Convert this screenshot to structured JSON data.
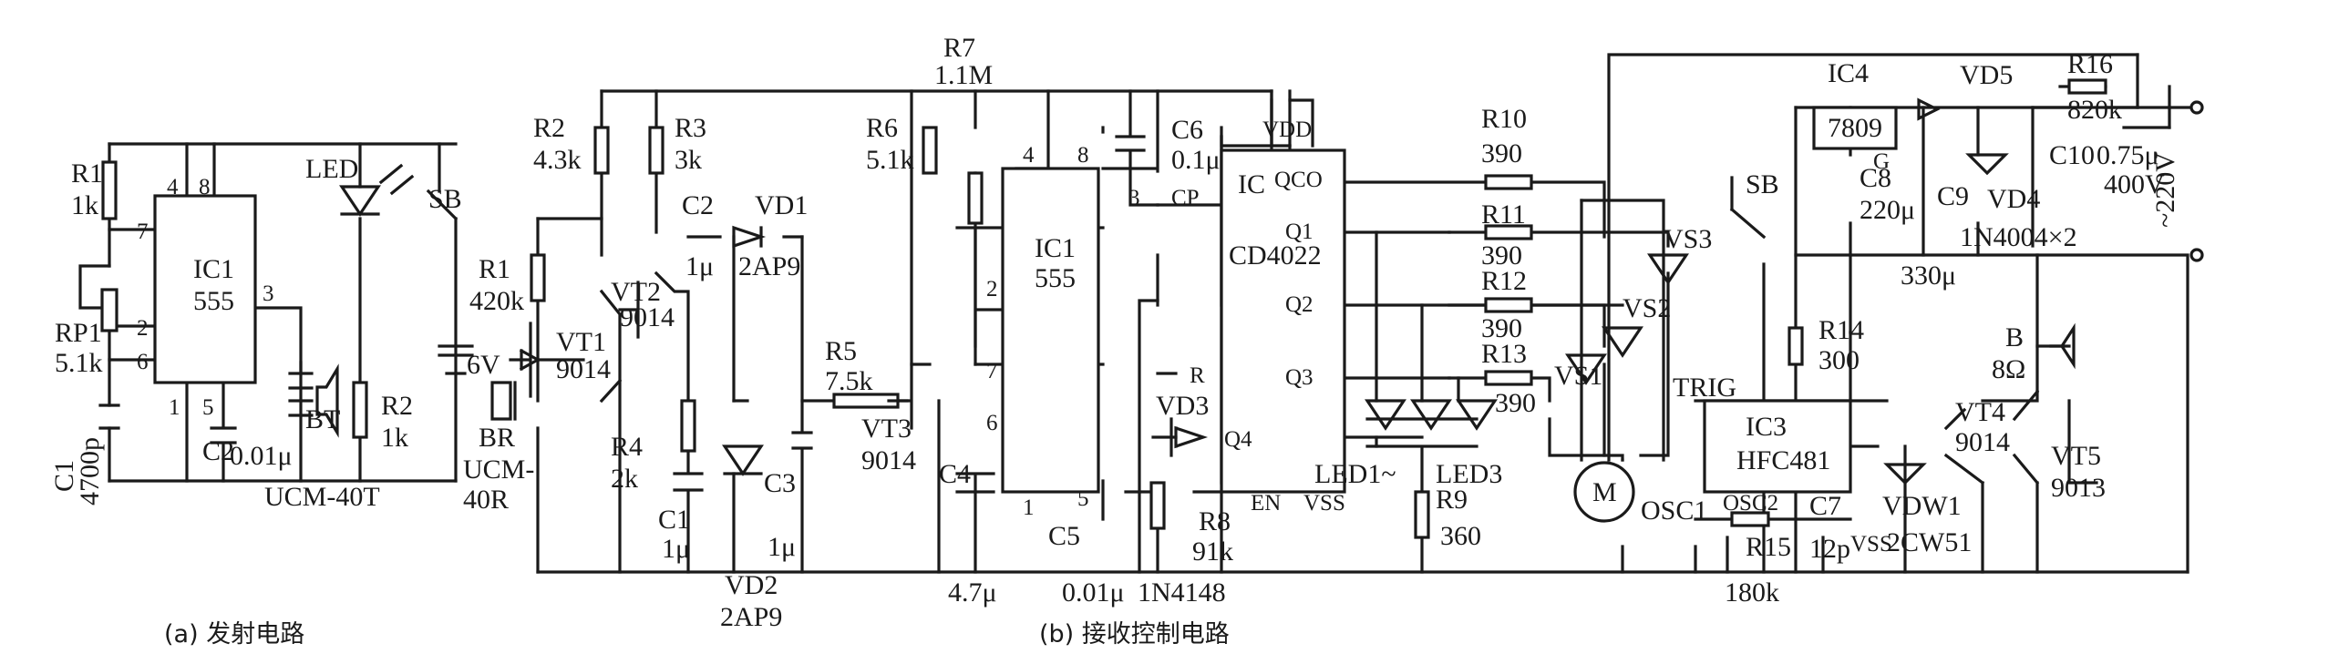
{
  "tx": {
    "r1": "R1",
    "r1_val": "1k",
    "rp1": "RP1",
    "rp1_val": "5.1k",
    "c1": "C1",
    "c1_val": "4700p",
    "ic": "IC1",
    "ic_type": "555",
    "c2": "C2",
    "c2_val": "0.01μ",
    "led": "LED",
    "sb": "SB",
    "bt": "BT",
    "r2": "R2",
    "r2_val": "1k",
    "bat": "6V",
    "transducer": "UCM-40T",
    "pins": {
      "p4": "4",
      "p8": "8",
      "p7": "7",
      "p2": "2",
      "p6": "6",
      "p1": "1",
      "p5": "5",
      "p3": "3"
    },
    "caption": "(a) 发射电路"
  },
  "rx": {
    "r2": "R2",
    "r2_val": "4.3k",
    "r3": "R3",
    "r3_val": "3k",
    "r1": "R1",
    "r1_val": "420k",
    "vt1": "VT1",
    "vt1_type": "9014",
    "vt2": "VT2",
    "vt2_type": "9014",
    "br": "BR",
    "br_type1": "UCM-",
    "br_type2": "40R",
    "r4": "R4",
    "r4_val": "2k",
    "c1": "C1",
    "c1_val": "1μ",
    "c2": "C2",
    "c2_val": "1μ",
    "vd1": "VD1",
    "vd1_type": "2AP9",
    "vd2": "VD2",
    "vd2_type": "2AP9",
    "c3": "C3",
    "c3_val": "1μ",
    "r5": "R5",
    "r5_val": "7.5k",
    "vt3": "VT3",
    "vt3_type": "9014",
    "r6": "R6",
    "r6_val": "5.1k",
    "r7": "R7",
    "r7_val": "1.1M",
    "c4": "C4",
    "c4_val": "4.7μ",
    "ic1": "IC1",
    "ic1_type": "555",
    "c5": "C5",
    "c5_val": "0.01μ",
    "c6": "C6",
    "c6_val": "0.1μ",
    "vd3": "VD3",
    "vd3_type": "1N4148",
    "r8": "R8",
    "r8_val": "91k",
    "ic": "IC",
    "ic_type": "CD4022",
    "vdd": "VDD",
    "vss": "VSS",
    "cp": "CP",
    "r_pin": "R",
    "en": "EN",
    "qco": "QCO",
    "q1": "Q1",
    "q2": "Q2",
    "q3": "Q3",
    "q4": "Q4",
    "r10": "R10",
    "r10_val": "390",
    "r11": "R11",
    "r11_val": "390",
    "r12": "R12",
    "r12_val": "390",
    "r13": "R13",
    "r13_val": "390",
    "led1": "LED1~",
    "led3": "LED3",
    "r9": "R9",
    "r9_val": "360",
    "vs1": "VS1",
    "vs2": "VS2",
    "vs3": "VS3",
    "motor": "M",
    "sb": "SB",
    "trig": "TRIG",
    "ic3": "IC3",
    "ic3_type": "HFC481",
    "osc1": "OSC1",
    "osc2": "OSC2",
    "r15": "R15",
    "r15_val": "180k",
    "c7": "C7",
    "c7_val": "12p",
    "vss2": "VSS",
    "r14": "R14",
    "r14_val": "300",
    "vdw1": "VDW1",
    "vdw1_type": "2CW51",
    "vt4": "VT4",
    "vt4_type": "9014",
    "vt5": "VT5",
    "vt5_type": "9013",
    "spk": "B",
    "spk_val": "8Ω",
    "ic4": "IC4",
    "ic4_type": "7809",
    "g": "G",
    "c8": "C8",
    "c8_val": "220μ",
    "c9": "C9",
    "c9_val": "330μ",
    "vd5": "VD5",
    "vd4": "VD4",
    "vd4_type": "1N4004×2",
    "r16": "R16",
    "r16_val": "820k",
    "c10": "C10",
    "c10_val": "0.75μ",
    "c10_volt": "400V",
    "mains": "~220V",
    "pins": {
      "p4": "4",
      "p8": "8",
      "p3": "3",
      "p2": "2",
      "p7": "7",
      "p6": "6",
      "p1": "1",
      "p5": "5"
    },
    "caption": "(b) 接收控制电路"
  }
}
